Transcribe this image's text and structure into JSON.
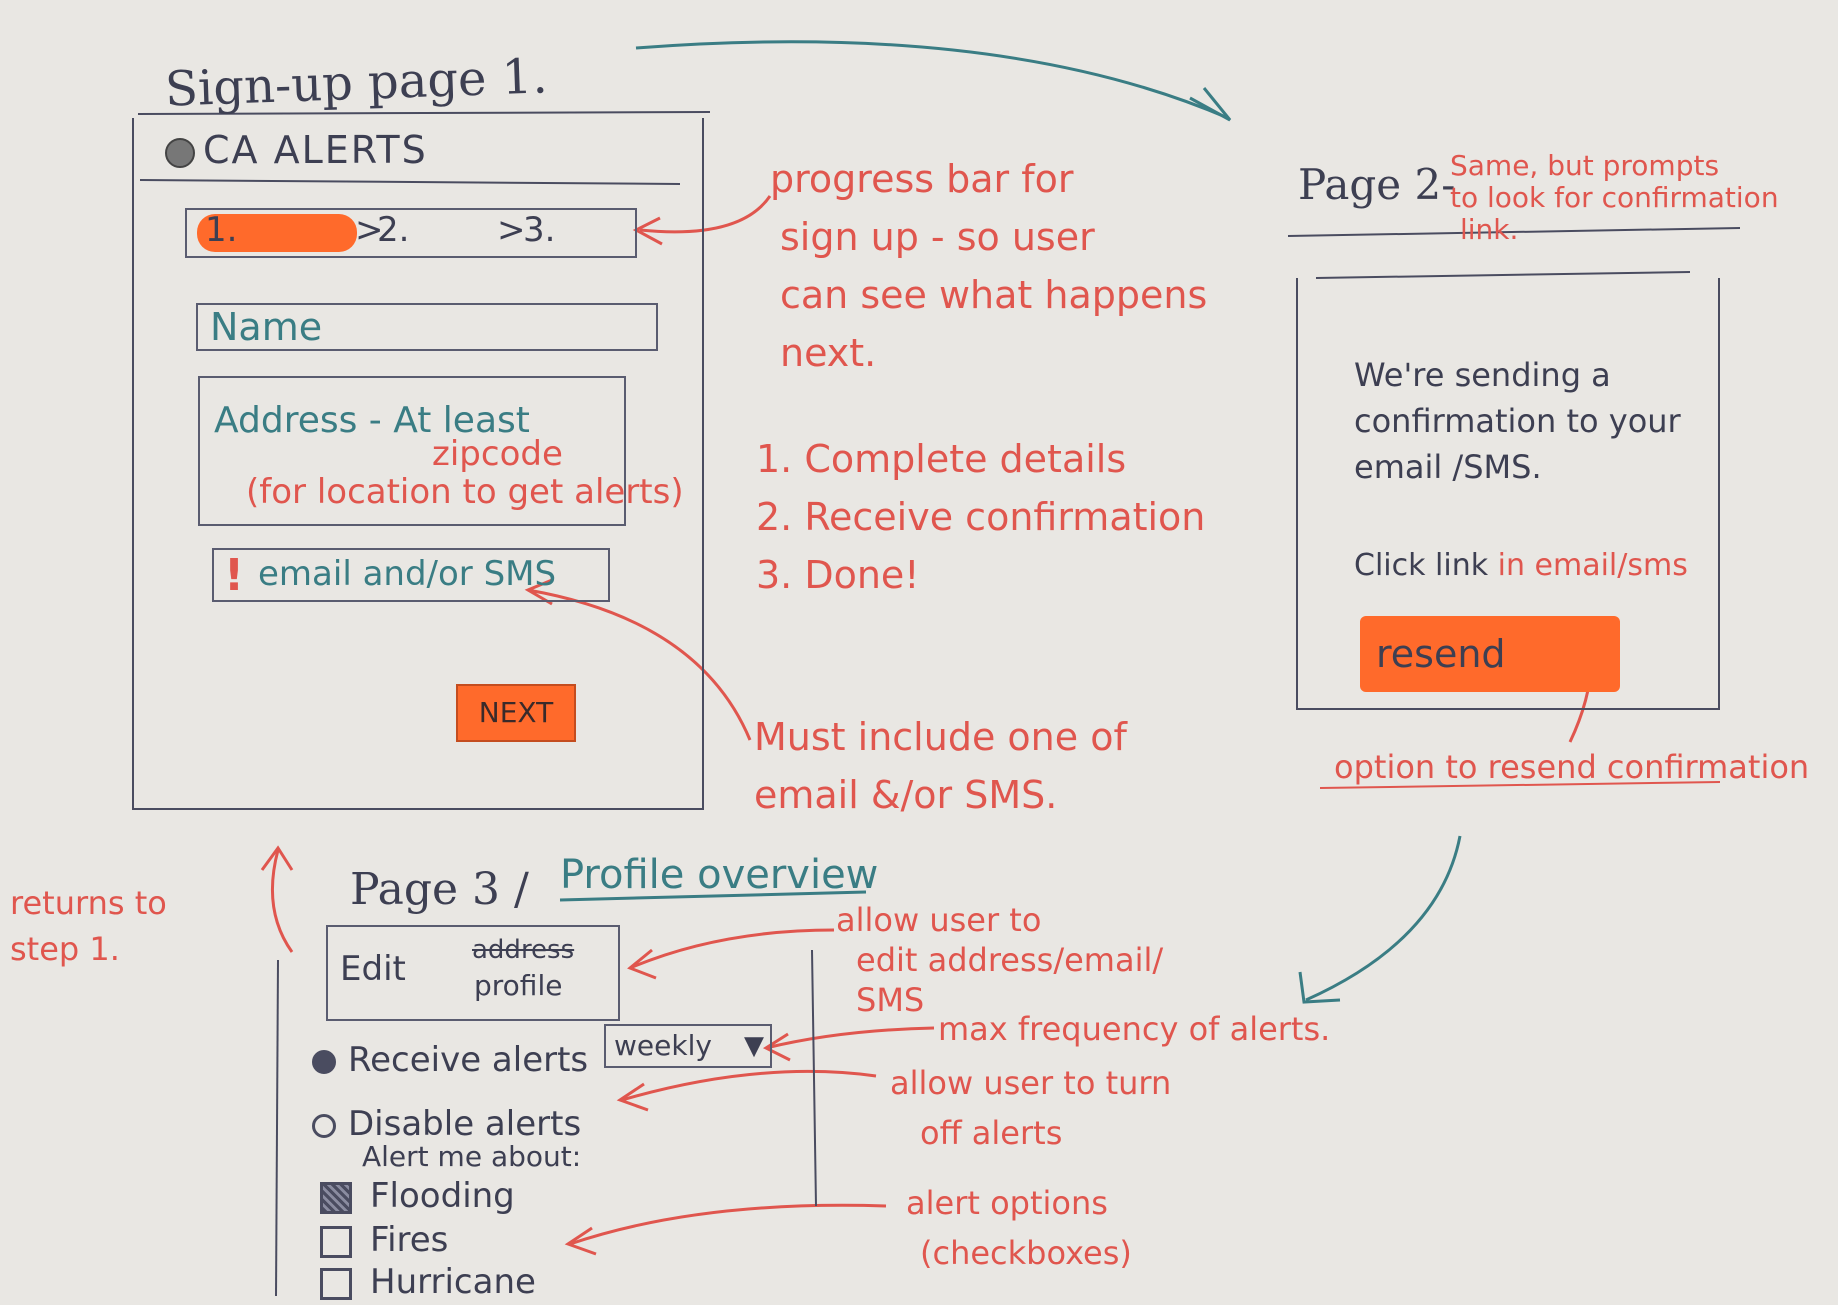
{
  "page1": {
    "title": "Sign-up page 1.",
    "brand": "CA ALERTS",
    "progress_steps": [
      "1.",
      "2.",
      "3."
    ],
    "current_step": 1,
    "name_label": "Name",
    "address_label": "Address - At least",
    "address_label_2": "zipcode",
    "address_note": "(for location to get alerts)",
    "email_label": "email and/or SMS",
    "warning_mark": "!",
    "next_label": "NEXT"
  },
  "notes": {
    "progress": [
      "progress bar for",
      "sign up - so user",
      "can see what happens",
      "next."
    ],
    "steps": [
      "1. Complete details",
      "2. Receive confirmation",
      "3. Done!"
    ],
    "must_include": [
      "Must include one of",
      "email &/or SMS."
    ],
    "returns": [
      "returns to",
      "step 1."
    ],
    "edit_note": [
      "allow user to",
      "edit address/email/",
      "SMS"
    ],
    "max_freq": "max frequency of alerts.",
    "turn_off": [
      "allow user to turn",
      "off alerts"
    ],
    "alert_options": [
      "alert options",
      "(checkboxes)"
    ],
    "resend_option": "option to resend confirmation"
  },
  "page2": {
    "title": "Page 2-",
    "subtitle": [
      "Same, but prompts",
      "to look for confirmation",
      "link."
    ],
    "message": [
      "We're sending a",
      "confirmation to your",
      "email /SMS."
    ],
    "click_text": "Click link",
    "click_text_red": "in email/sms",
    "resend_label": "resend"
  },
  "page3": {
    "title": "Page 3 /",
    "subtitle": "Profile overview",
    "edit_label": "Edit",
    "edit_struck": "address",
    "edit_word": "profile",
    "receive_label": "Receive alerts",
    "frequency_value": "weekly",
    "disable_label": "Disable alerts",
    "alert_me_label": "Alert me about:",
    "options": [
      {
        "label": "Flooding",
        "checked": true
      },
      {
        "label": "Fires",
        "checked": false
      },
      {
        "label": "Hurricane",
        "checked": false
      }
    ]
  },
  "colors": {
    "accent": "#ff6a2b",
    "note": "#e0564e",
    "ink": "#3d3f52",
    "teal": "#3a7d84"
  }
}
